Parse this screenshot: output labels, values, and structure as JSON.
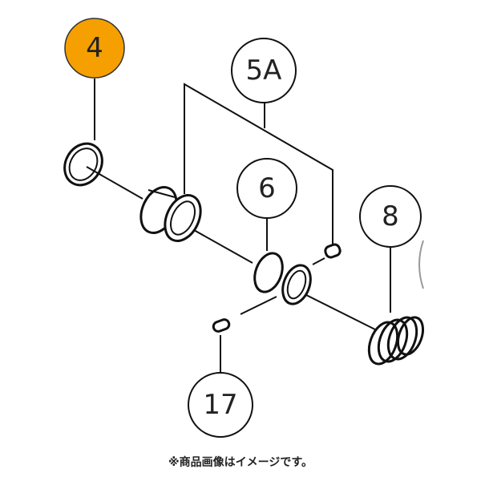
{
  "callouts": {
    "part_4": "4",
    "part_5a": "5A",
    "part_6": "6",
    "part_8": "8",
    "part_17": "17"
  },
  "highlight_color": "#F5A000",
  "caption": "※商品画像はイメージです。"
}
